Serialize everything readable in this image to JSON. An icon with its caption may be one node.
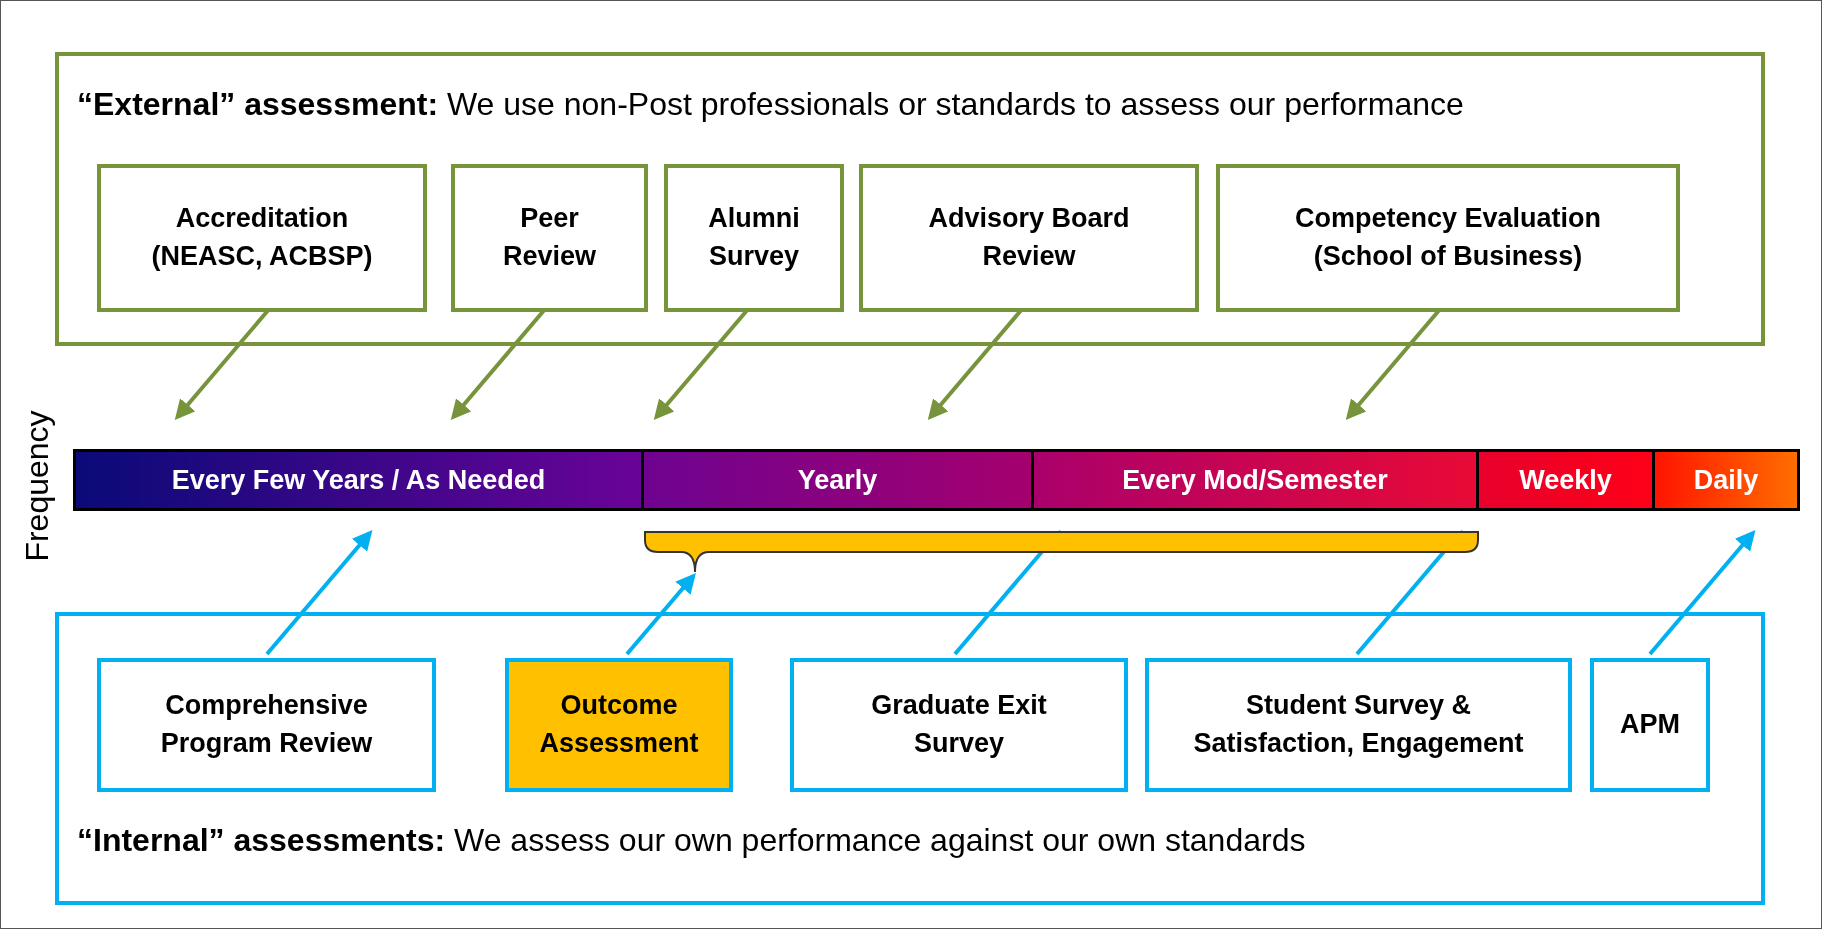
{
  "diagram": {
    "nodes": [
      {
        "text": [
          "**“External” assessment:**  We use non-Post professionals or standards to assess our performance"
        ]
      },
      {
        "text": [
          "Accreditation (NEASC, ACBSP)"
        ],
        "in": 0
      },
      {
        "text": [
          "Peer Review"
        ],
        "in": 0
      },
      {
        "text": [
          "Alumni Survey"
        ],
        "in": 0
      },
      {
        "text": [
          "Advisory Board Review"
        ],
        "in": 0
      },
      {
        "text": [
          "Competency Evaluation (School of Business)"
        ],
        "in": 0
      },
      {
        "text": [
          "Every Few Years / As Needed"
        ]
      },
      {
        "text": [
          "Yearly"
        ]
      },
      {
        "text": [
          "Every Mod/Semester"
        ]
      },
      {
        "text": [
          "Weekly"
        ]
      },
      {
        "text": [
          "Daily"
        ]
      },
      {
        "text": [],
        "shape": "bracket"
      },
      {
        "text": [
          "**“Internal” assessments:**  We assess our own performance against our own standards"
        ]
      },
      {
        "text": [
          "Comprehensive Program Review"
        ],
        "in": 12
      },
      {
        "text": [
          "Outcome Assessment"
        ],
        "in": 12
      },
      {
        "text": [
          "Graduate Exit Survey"
        ],
        "in": 12
      },
      {
        "text": [
          "Student Survey & Satisfaction, Engagement"
        ],
        "in": 12
      },
      {
        "text": [
          "APM"
        ],
        "in": 12
      }
    ],
    "edges": [
      {
        "from": 1,
        "to": 6,
        "arrow": "to",
        "color": "#77933c"
      },
      {
        "from": 2,
        "to": 6,
        "arrow": "to",
        "color": "#77933c"
      },
      {
        "from": 3,
        "to": 7,
        "arrow": "to",
        "color": "#77933c"
      },
      {
        "from": 4,
        "to": 7,
        "arrow": "to",
        "color": "#77933c"
      },
      {
        "from": 5,
        "to": 8,
        "arrow": "to",
        "color": "#77933c"
      },
      {
        "from": 13,
        "to": 6,
        "arrow": "to",
        "color": "#00b0f0"
      },
      {
        "from": 14,
        "to": 11,
        "arrow": "to",
        "color": "#00b0f0"
      },
      {
        "from": 15,
        "to": 8,
        "arrow": "to",
        "color": "#00b0f0"
      },
      {
        "from": 16,
        "to": 8,
        "arrow": "to",
        "color": "#00b0f0"
      },
      {
        "from": 17,
        "to": 10,
        "arrow": "to",
        "color": "#00b0f0"
      }
    ],
    "labels": [
      "Frequency"
    ]
  }
}
